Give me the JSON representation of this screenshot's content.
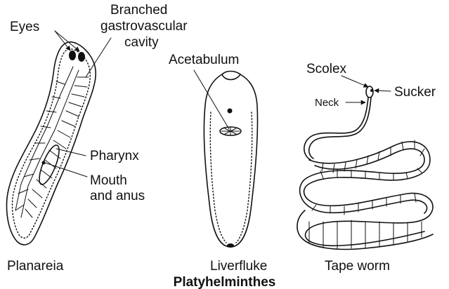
{
  "title": "Platyhelminthes",
  "planaria": {
    "name": "Planareia",
    "labels": {
      "eyes": "Eyes",
      "gv_line1": "Branched",
      "gv_line2": "gastrovascular",
      "gv_line3": "cavity",
      "pharynx": "Pharynx",
      "mouth_line1": "Mouth",
      "mouth_line2": "and anus"
    }
  },
  "liverfluke": {
    "name": "Liverfluke",
    "labels": {
      "acetabulum": "Acetabulum"
    }
  },
  "tapeworm": {
    "name": "Tape worm",
    "labels": {
      "scolex": "Scolex",
      "neck": "Neck",
      "sucker": "Sucker"
    }
  }
}
